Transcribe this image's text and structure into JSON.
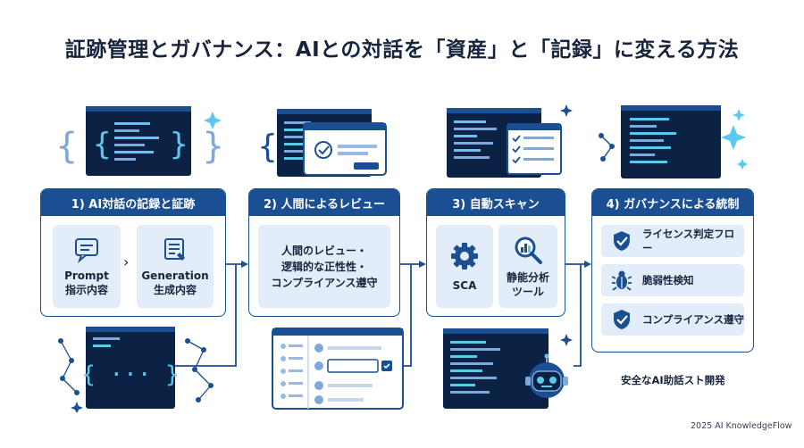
{
  "title": "証跡管理とガバナンス：AIとの対話を「資産」と「記録」に変える方法",
  "steps": [
    {
      "header": "1) AI対話の記録と証跡",
      "items": [
        {
          "line1": "Prompt",
          "line2": "指示内容",
          "icon": "chat-bubble-icon"
        },
        {
          "line1": "Generation",
          "line2": "生成内容",
          "icon": "document-chat-icon"
        }
      ]
    },
    {
      "header": "2) 人間によるレビュー",
      "lines": [
        "人間のレビュー・",
        "逻辑的な正性性・",
        "コンプライアンス遵守"
      ]
    },
    {
      "header": "3) 自動スキャン",
      "items": [
        {
          "line1": "SCA",
          "line2": "",
          "icon": "gear-icon"
        },
        {
          "line1": "静能分析",
          "line2": "ツール",
          "icon": "magnifier-chart-icon"
        }
      ]
    },
    {
      "header": "4) ガバナンスによる統制",
      "items": [
        {
          "label": "ライセンス判定フロー",
          "icon": "shield-check-icon"
        },
        {
          "label": "脆弱性検知",
          "icon": "bug-icon"
        },
        {
          "label": "コンプライアンス遵守",
          "icon": "shield-check-icon"
        }
      ]
    }
  ],
  "bottom_code_glyph": "{ ··· }",
  "footer": "安全なAI助話スト開発",
  "copyright": "2025 AI KnowledgeFlow",
  "colors": {
    "primary": "#1b4f93",
    "dark": "#0c2244",
    "light": "#e3edf9",
    "accent": "#5cc8f0"
  }
}
